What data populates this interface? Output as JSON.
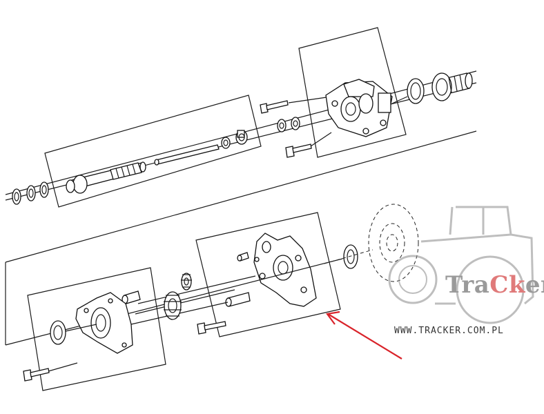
{
  "watermark": {
    "brand_prefix": "Tra",
    "brand_accent": "Ck",
    "brand_suffix": "er",
    "url": "WWW.TRACKER.COM.PL",
    "accent_color": "#e07a7a",
    "gray_color": "#9a9a9a"
  },
  "annotation": {
    "arrow_color": "#d9232a"
  }
}
